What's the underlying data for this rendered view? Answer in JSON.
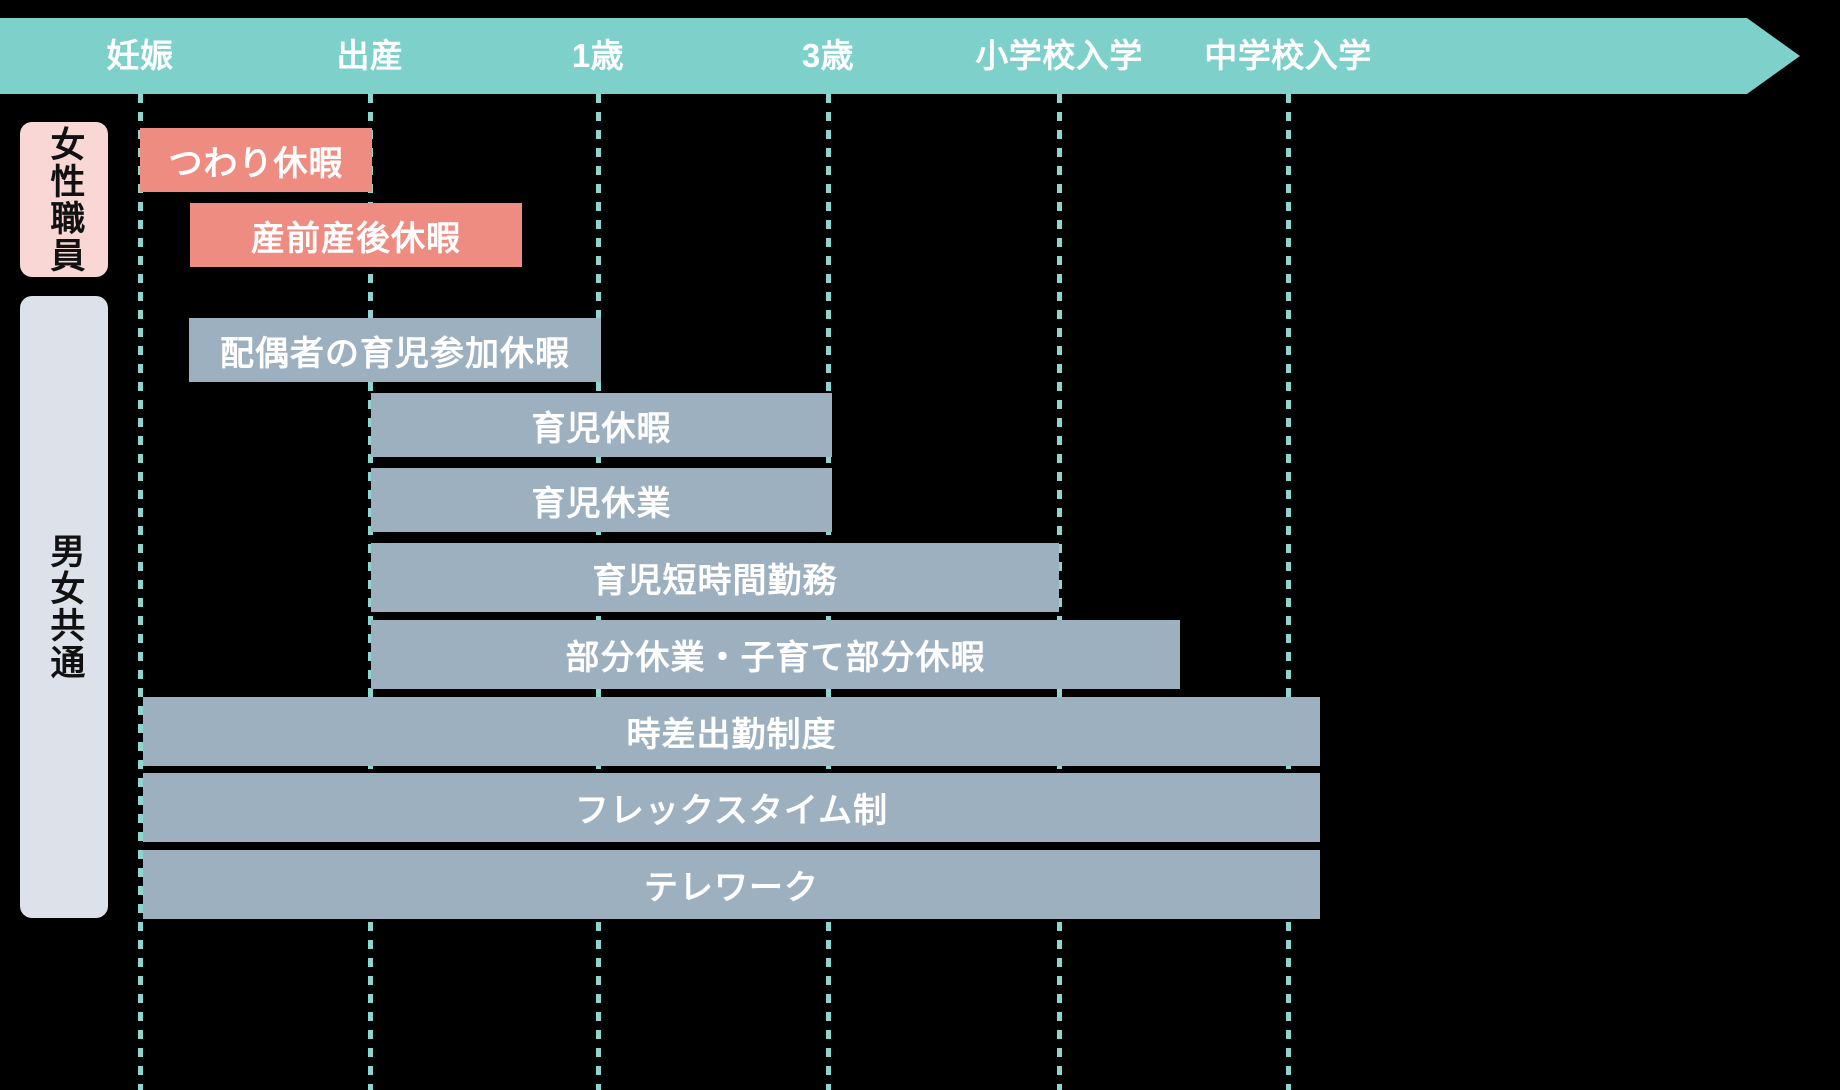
{
  "chart_data": {
    "type": "bar",
    "title": "",
    "orientation": "horizontal-gantt",
    "xlabel": "",
    "ylabel": "",
    "grid": true,
    "axis_ticks": [
      "妊娠",
      "出産",
      "1歳",
      "3歳",
      "小学校入学",
      "中学校入学"
    ],
    "categories": [
      "つわり休暇",
      "産前産後休暇",
      "配偶者の育児参加休暇",
      "育児休暇",
      "育児休業",
      "育児短時間勤務",
      "部分休業・子育て部分休暇",
      "時差出勤制度",
      "フレックスタイム制",
      "テレワーク"
    ],
    "groups": [
      {
        "name": "女性職員",
        "color": "#f8d7d4",
        "bar_color": "#ef8c82",
        "items": [
          "つわり休暇",
          "産前産後休暇"
        ]
      },
      {
        "name": "男女共通",
        "color": "#dde2ea",
        "bar_color": "#9db0c0",
        "items": [
          "配偶者の育児参加休暇",
          "育児休暇",
          "育児休業",
          "育児短時間勤務",
          "部分休業・子育て部分休暇",
          "時差出勤制度",
          "フレックスタイム制",
          "テレワーク"
        ]
      }
    ],
    "spans": [
      {
        "label": "つわり休暇",
        "start": "妊娠",
        "end": "出産"
      },
      {
        "label": "産前産後休暇",
        "start": "妊娠",
        "end": "出産"
      },
      {
        "label": "配偶者の育児参加休暇",
        "start": "妊娠",
        "end": "出産"
      },
      {
        "label": "育児休暇",
        "start": "出産",
        "end": "3歳"
      },
      {
        "label": "育児休業",
        "start": "出産",
        "end": "3歳"
      },
      {
        "label": "育児短時間勤務",
        "start": "出産",
        "end": "小学校入学"
      },
      {
        "label": "部分休業・子育て部分休暇",
        "start": "出産",
        "end": "小学校入学"
      },
      {
        "label": "時差出勤制度",
        "start": "妊娠",
        "end": "中学校入学"
      },
      {
        "label": "フレックスタイム制",
        "start": "妊娠",
        "end": "中学校入学"
      },
      {
        "label": "テレワーク",
        "start": "妊娠",
        "end": "中学校入学"
      }
    ]
  },
  "timeline": {
    "ticks": [
      {
        "label": "妊娠"
      },
      {
        "label": "出産"
      },
      {
        "label": "1歳"
      },
      {
        "label": "3歳"
      },
      {
        "label": "小学校入学"
      },
      {
        "label": "中学校入学"
      }
    ]
  },
  "categories": {
    "female": {
      "label": "女性職員"
    },
    "common": {
      "label": "男女共通"
    }
  },
  "bars": [
    {
      "label": "つわり休暇"
    },
    {
      "label": "産前産後休暇"
    },
    {
      "label": "配偶者の育児参加休暇"
    },
    {
      "label": "育児休暇"
    },
    {
      "label": "育児休業"
    },
    {
      "label": "育児短時間勤務"
    },
    {
      "label": "部分休業・子育て部分休暇"
    },
    {
      "label": "時差出勤制度"
    },
    {
      "label": "フレックスタイム制"
    },
    {
      "label": "テレワーク"
    }
  ],
  "colors": {
    "background": "#000000",
    "header_teal": "#7ed0cb",
    "gridline_teal": "#8ed4cf",
    "female_chip": "#f8d7d4",
    "common_chip": "#dde2ea",
    "female_bar": "#ef8c82",
    "common_bar": "#9db0c0",
    "bar_text": "#ffffff"
  }
}
